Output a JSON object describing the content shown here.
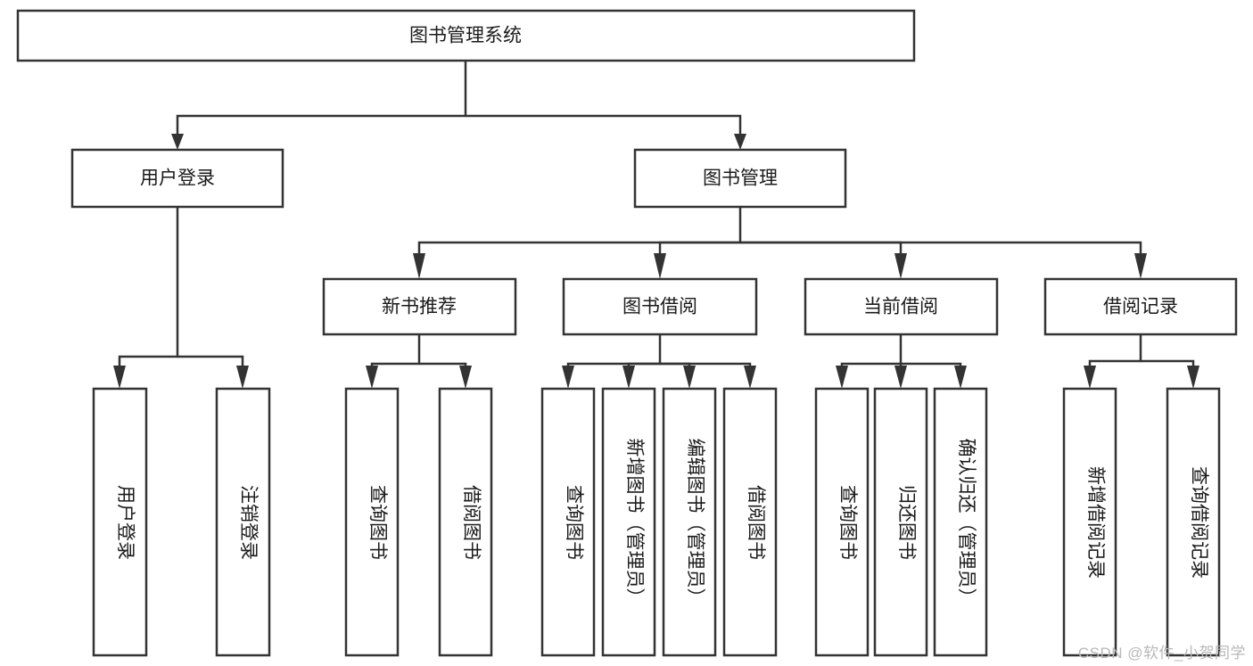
{
  "diagram": {
    "title": "图书管理系统",
    "type": "tree-hierarchy-chart",
    "watermark": "CSDN @软件_小贺同学",
    "colors": {
      "stroke": "#333333",
      "fill": "#ffffff",
      "text": "#1a1a1a",
      "watermark": "#b8b8b8"
    },
    "root": {
      "label": "图书管理系统"
    },
    "level2": [
      {
        "label": "用户登录"
      },
      {
        "label": "图书管理"
      }
    ],
    "level3": [
      {
        "label": "新书推荐"
      },
      {
        "label": "图书借阅"
      },
      {
        "label": "当前借阅"
      },
      {
        "label": "借阅记录"
      }
    ],
    "leaves": {
      "user_login": [
        {
          "label": "用户登录"
        },
        {
          "label": "注销登录"
        }
      ],
      "new_book_recommend": [
        {
          "label": "查询图书"
        },
        {
          "label": "借阅图书"
        }
      ],
      "book_borrow": [
        {
          "label": "查询图书"
        },
        {
          "label": "新增图书（管理员）"
        },
        {
          "label": "编辑图书（管理员）"
        },
        {
          "label": "借阅图书"
        }
      ],
      "current_borrow": [
        {
          "label": "查询图书"
        },
        {
          "label": "归还图书"
        },
        {
          "label": "确认归还（管理员）"
        }
      ],
      "borrow_record": [
        {
          "label": "新增借阅记录"
        },
        {
          "label": "查询借阅记录"
        }
      ]
    }
  }
}
